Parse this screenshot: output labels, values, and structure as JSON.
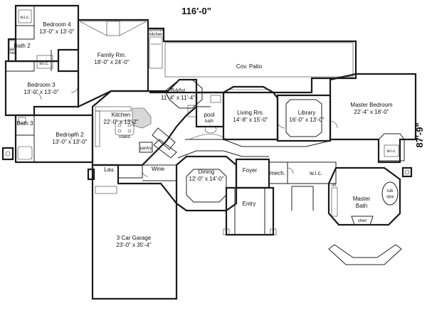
{
  "dimensions": {
    "width": "116'-0\"",
    "depth": "87'-9\""
  },
  "rooms": {
    "bedroom4": {
      "name": "Bedroom 4",
      "size": "13'-0\" x 13'-0\""
    },
    "bedroom3": {
      "name": "Bedroom 3",
      "size": "13'-0\" x 13'-0\""
    },
    "bedroom2": {
      "name": "Bedroom 2",
      "size": "13'-0\" x 13'-0\""
    },
    "family": {
      "name": "Family Rm.",
      "size": "18'-0\" x 24'-0\""
    },
    "kitchen": {
      "name": "Kitchen",
      "size": "22'-0\" x 13'-2\""
    },
    "brkfst": {
      "name": "Brkfst",
      "size": "11'-4\" x 11'-4\""
    },
    "living": {
      "name": "Living Rm.",
      "size": "14'-8\" x 15'-0\""
    },
    "library": {
      "name": "Library",
      "size": "16'-0\" x 13'-0\""
    },
    "master_bedroom": {
      "name": "Master Bedroom",
      "size": "22'-4\" x 18'-0\""
    },
    "dining": {
      "name": "Dining",
      "size": "12'-0\" x 14'-0\""
    },
    "garage": {
      "name": "3 Car Garage",
      "size": "23'-0\" x 35'-4\""
    },
    "master_bath": {
      "name": "Master",
      "name2": "Bath"
    }
  },
  "labels": {
    "cov_patio": "Cov. Patio",
    "summer_kitchen": "summer",
    "summer_kitchen2": "kitchen",
    "bath2": "Bath 2",
    "bath3": "Bath 3",
    "linen": "linen",
    "wic": "w.i.c.",
    "wic_b3": "w.i.c.",
    "wic_b4": "w.i.c.",
    "wic_master": "w.i.c.",
    "wic_foyer": "w.i.c.",
    "pool": "pool",
    "bath_pool": "bath",
    "island": "island",
    "pantry": "pantry",
    "laundry": "Lau.",
    "wine": "Wine",
    "foyer": "Foyer",
    "mech": "mech.",
    "entry": "Entry",
    "tub": "tub",
    "spa": "spa",
    "shwr": "shwr",
    "lin": "lin."
  }
}
